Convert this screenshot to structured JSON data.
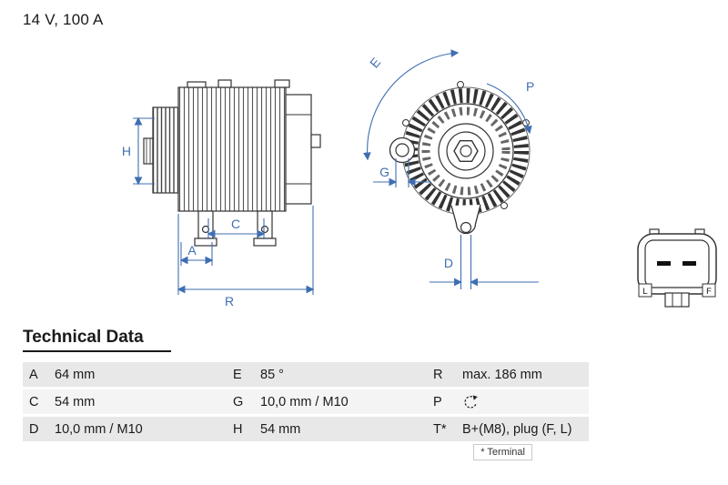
{
  "header": {
    "rating": "14 V, 100 A"
  },
  "diagram": {
    "accent_color": "#3f6fb2",
    "side_view": {
      "labels": {
        "H": "H",
        "A": "A",
        "C": "C",
        "R": "R"
      }
    },
    "front_view": {
      "labels": {
        "E": "E",
        "P": "P",
        "G": "G",
        "D": "D"
      }
    },
    "connector": {
      "labels": {
        "L": "L",
        "F": "F"
      }
    }
  },
  "table": {
    "title": "Technical Data",
    "rows": [
      {
        "cells": [
          {
            "key": "A",
            "value": "64 mm"
          },
          {
            "key": "E",
            "value": "85 °"
          },
          {
            "key": "R",
            "value": "max. 186 mm"
          }
        ]
      },
      {
        "cells": [
          {
            "key": "C",
            "value": "54 mm"
          },
          {
            "key": "G",
            "value": "10,0 mm / M10"
          },
          {
            "key": "P",
            "value": "",
            "icon": "rotation-direction-clockwise"
          }
        ]
      },
      {
        "cells": [
          {
            "key": "D",
            "value": "10,0 mm / M10"
          },
          {
            "key": "H",
            "value": "54 mm"
          },
          {
            "key": "T*",
            "value": "B+(M8), plug (F, L)"
          }
        ]
      }
    ],
    "footnote": "* Terminal"
  }
}
